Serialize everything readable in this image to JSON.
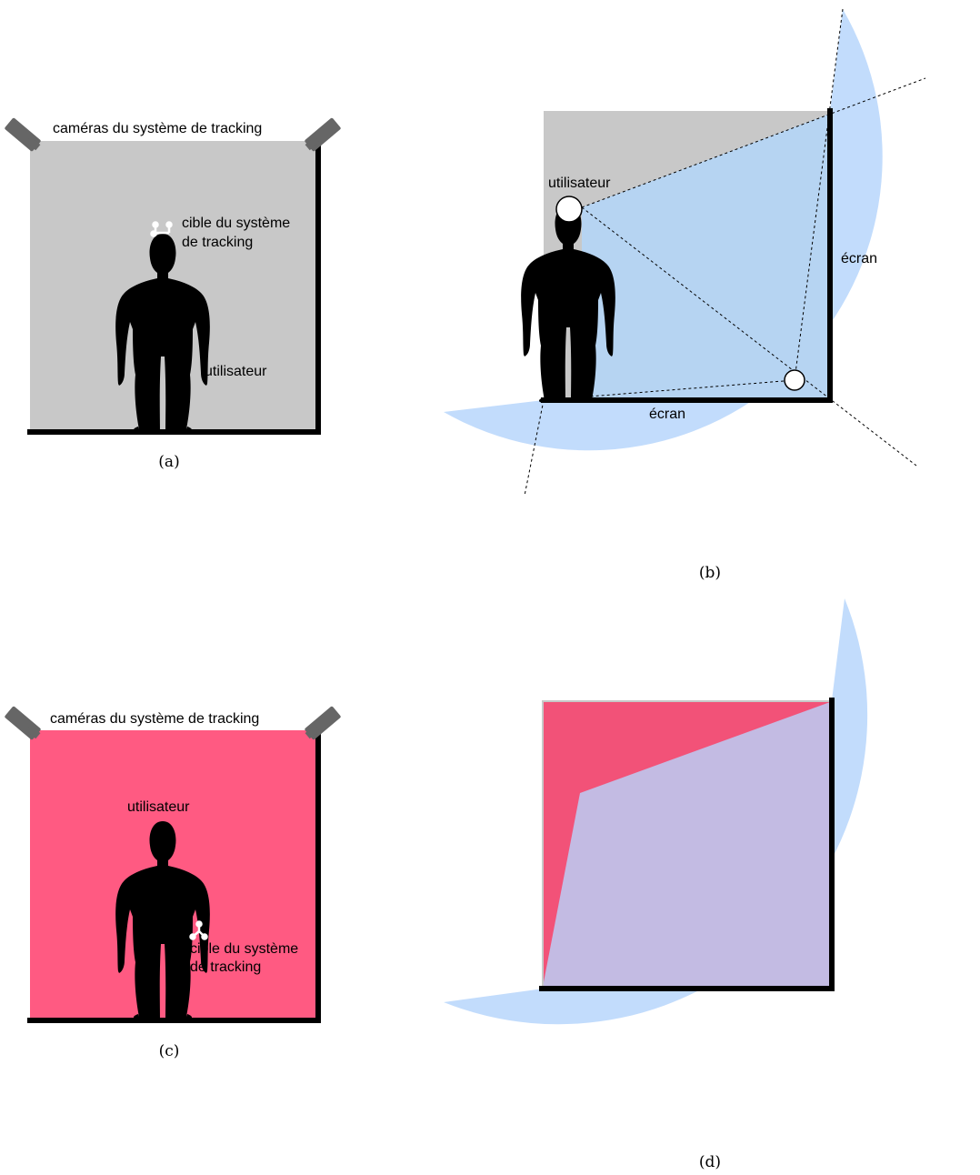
{
  "colors": {
    "gray_room": "#c8c8c8",
    "pink_room": "#ff5a82",
    "pink_dark": "#f25278",
    "blue_field": "#c2dcfc",
    "lilac_overlap": "#c3bbe3",
    "camera": "#666666",
    "wall": "#000000"
  },
  "panel_a": {
    "cameras_label": "caméras du système de tracking",
    "target_label_line1": "cible du système",
    "target_label_line2": "de tracking",
    "user_label": "utilisateur",
    "caption": "(a)"
  },
  "panel_b": {
    "user_label": "utilisateur",
    "screen_right_label": "écran",
    "screen_bottom_label": "écran",
    "caption": "(b)"
  },
  "panel_c": {
    "cameras_label": "caméras du système de tracking",
    "user_label": "utilisateur",
    "target_label_line1": "cible du système",
    "target_label_line2": "de tracking",
    "caption": "(c)"
  },
  "panel_d": {
    "caption": "(d)"
  }
}
